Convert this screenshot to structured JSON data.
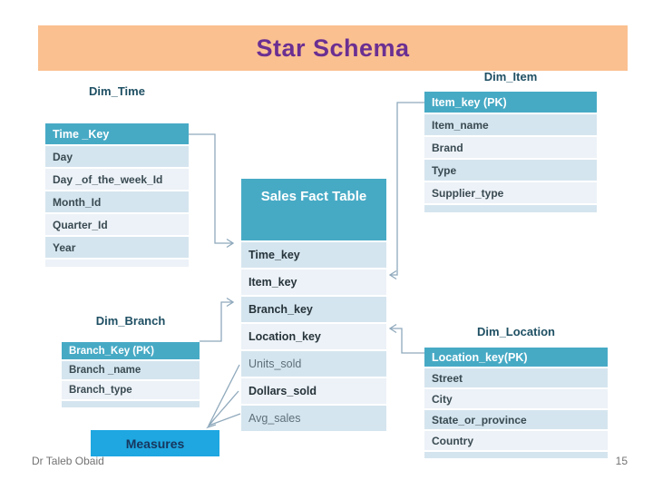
{
  "slide": {
    "title": "Star Schema",
    "footer": {
      "author": "Dr Taleb Obaid",
      "page_number": "15"
    }
  },
  "colors": {
    "banner_bg": "#FAC090",
    "title_text": "#6B2F92",
    "table_header_bg": "#47AAC5",
    "row_dark": "#D5E5EF",
    "row_light": "#ECF2F7",
    "table_title_text": "#1E4F63",
    "measures_bg": "#1EA7E1",
    "measures_text": "#17365D",
    "connector": "#8FA9BC",
    "footer_text": "#737373"
  },
  "tables": {
    "dim_time": {
      "title": "Dim_Time",
      "header": "Time _Key",
      "rows": [
        "Day",
        "Day _of_the_week_Id",
        "Month_Id",
        "Quarter_Id",
        "Year"
      ]
    },
    "dim_item": {
      "title": "Dim_Item",
      "header": "Item_key (PK)",
      "rows": [
        "Item_name",
        "Brand",
        "Type",
        "Supplier_type"
      ]
    },
    "fact": {
      "title": "Sales Fact Table",
      "rows": [
        "Time_key",
        "Item_key",
        "Branch_key",
        "Location_key",
        "Units_sold",
        "Dollars_sold",
        "Avg_sales"
      ]
    },
    "dim_branch": {
      "title": "Dim_Branch",
      "header": "Branch_Key (PK)",
      "rows": [
        "Branch _name",
        "Branch_type"
      ]
    },
    "dim_location": {
      "title": "Dim_Location",
      "header": "Location_key(PK)",
      "rows": [
        "Street",
        "City",
        "State_or_province",
        "Country"
      ]
    }
  },
  "measures_label": "Measures"
}
